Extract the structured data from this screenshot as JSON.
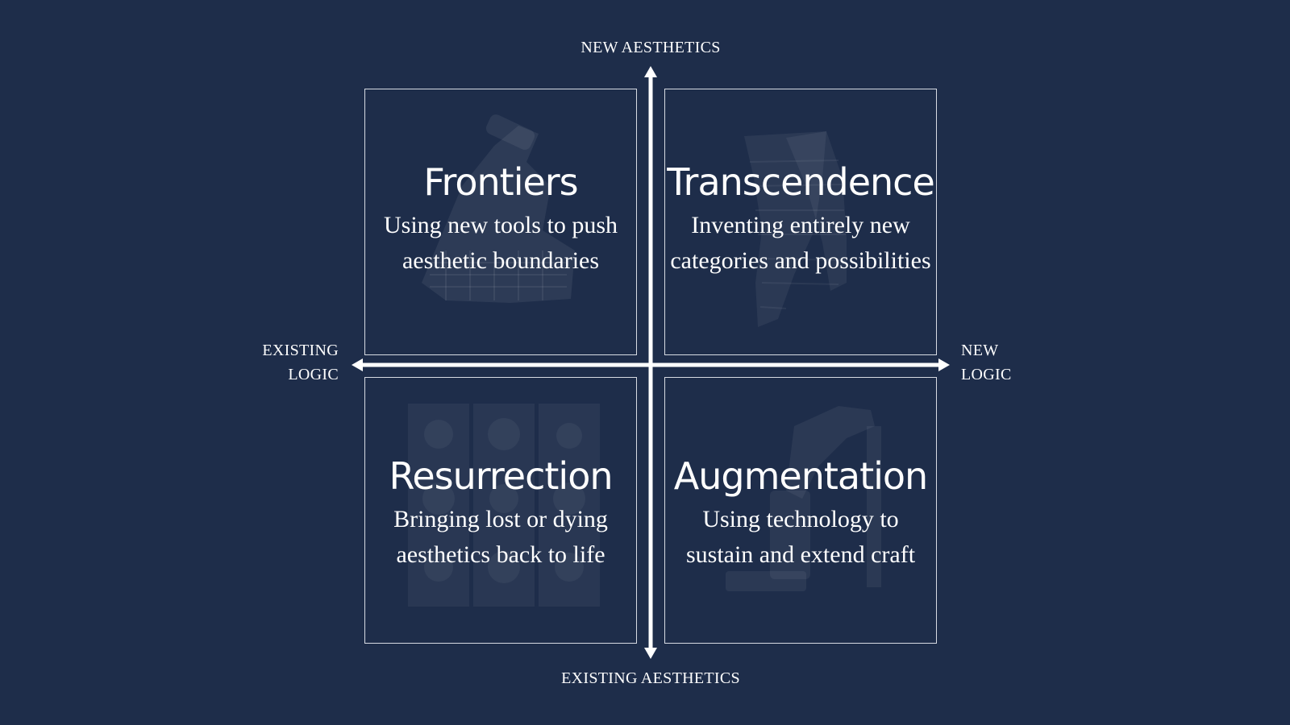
{
  "axes": {
    "top": "NEW AESTHETICS",
    "bottom": "EXISTING AESTHETICS",
    "left": [
      "EXISTING",
      "LOGIC"
    ],
    "right": [
      "NEW",
      "LOGIC"
    ]
  },
  "quadrants": [
    {
      "title": "Frontiers",
      "description": "Using new tools to push aesthetic boundaries"
    },
    {
      "title": "Transcendence",
      "description": "Inventing entirely new categories and possibilities"
    },
    {
      "title": "Resurrection",
      "description": "Bringing lost or dying aesthetics back to life"
    },
    {
      "title": "Augmentation",
      "description": "Using technology to sustain and extend craft"
    }
  ],
  "colors": {
    "background": "#1e2d4a",
    "foreground": "#ffffff"
  }
}
